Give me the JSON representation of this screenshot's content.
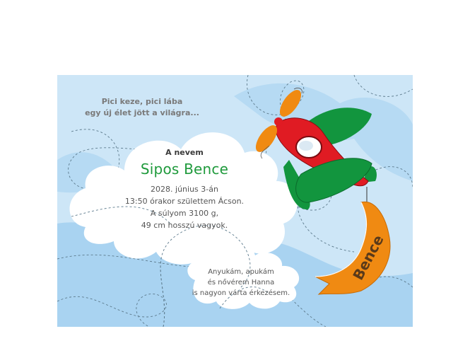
{
  "intro": {
    "line1": "Pici keze, pici lába",
    "line2": "egy új élet jött a világra..."
  },
  "announce": {
    "label": "A nevem",
    "name": "Sipos Bence"
  },
  "details": {
    "line1": "2028. június 3-án",
    "line2": "13:50 órakor születtem Ácson.",
    "line3": "A súlyom 3100 g,",
    "line4": "49 cm hosszú vagyok."
  },
  "family": {
    "line1": "Anyukám, apukám",
    "line2": "és nővérem Hanna",
    "line3": "is nagyon várta érkezésem."
  },
  "banner": {
    "text": "Bence"
  },
  "colors": {
    "sky": "#cde6f7",
    "sky_dark": "#a9d3f1",
    "cloud": "#ffffff",
    "name_green": "#1f9a3c",
    "plane_red": "#e01b23",
    "plane_green": "#12953e",
    "propeller_orange": "#f08a12",
    "banner_orange": "#f08a12"
  }
}
